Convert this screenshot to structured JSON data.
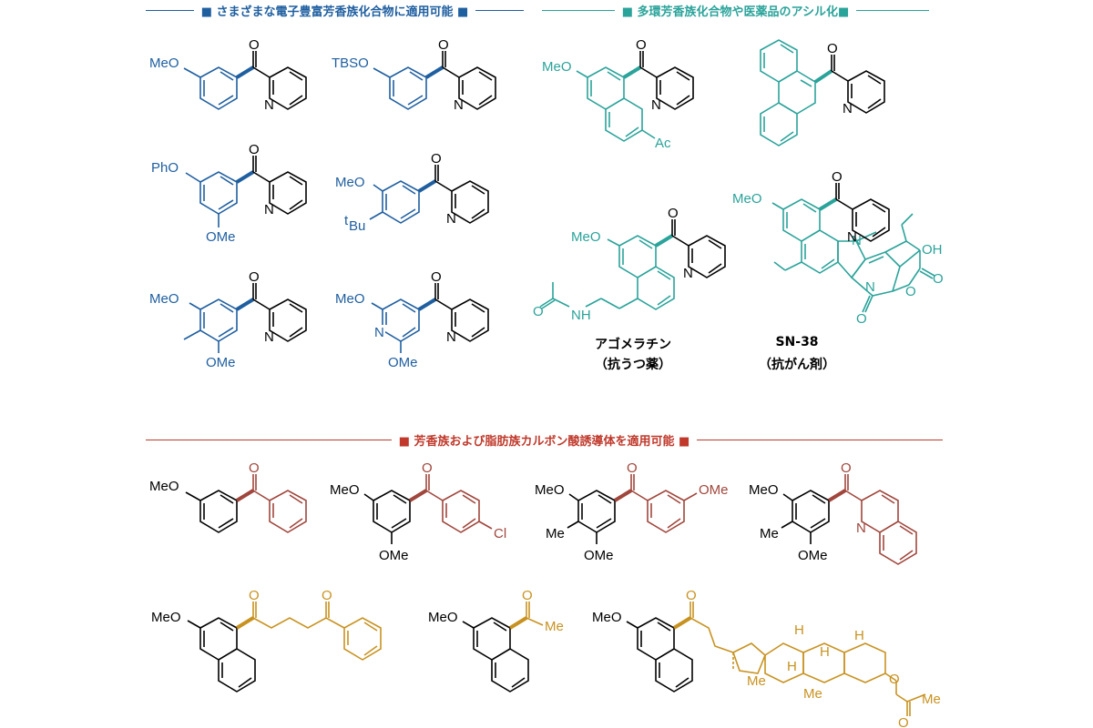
{
  "headers": {
    "electron_rich": "■ さまざまな電子豊富芳香族化合物に適用可能 ■",
    "polycyclic": "■ 多環芳香族化合物や医薬品のアシル化■",
    "carboxylic": "■ 芳香族および脂肪族カルボン酸誘導体を適用可能 ■"
  },
  "colors": {
    "blue": "#1f5fa0",
    "teal": "#2aa39a",
    "red": "#c0392b",
    "brown": "#a0463c",
    "gold": "#c89220"
  },
  "labels": {
    "MeO": "MeO",
    "TBSO": "TBSO",
    "PhO": "PhO",
    "OMe": "OMe",
    "tBu_sup": "t",
    "tBu": "Bu",
    "N": "N",
    "O": "O",
    "Ac": "Ac",
    "Me": "Me",
    "Cl": "Cl",
    "H": "H",
    "OH": "OH"
  },
  "captions": {
    "agomelatine_name": "アゴメラチン",
    "agomelatine_class": "（抗うつ薬）",
    "sn38_name": "SN-38",
    "sn38_class": "（抗がん剤）"
  }
}
